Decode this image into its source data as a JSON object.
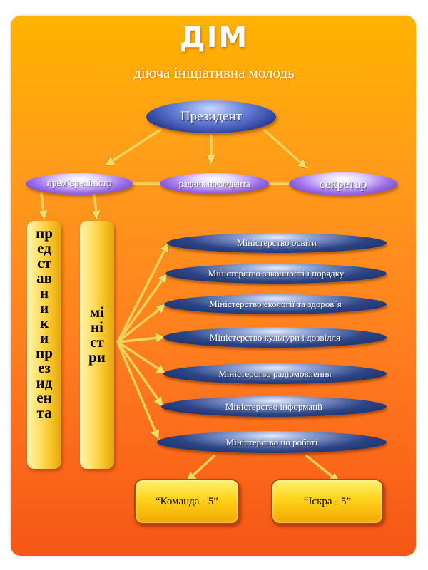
{
  "header": {
    "title": "ДІМ",
    "subtitle": "діюча ініціативна молодь"
  },
  "nodes": {
    "president": "Президент",
    "prime_minister": "прем`єр-міністр",
    "advisor": "радник президента",
    "secretary": "секретар"
  },
  "columns": {
    "representatives": "представники президента",
    "ministries": "міністри"
  },
  "ministries": [
    "Міністерство освіти",
    "Міністерство законності і порядку",
    "Міністерство екології та здоров`я",
    "Міністерство культури і дозвілля",
    "Міністерство радіомовлення",
    "Міністерство інформації",
    "Міністерство по роботі"
  ],
  "teams": [
    "“Команда - 5”",
    "“Іскра - 5”"
  ],
  "colors": {
    "background_top": "#ffb300",
    "background_bottom": "#f65616",
    "arrow": "#f2d25a",
    "node_blue": "#2c3f9a",
    "bar_yellow": "#ffe168"
  }
}
